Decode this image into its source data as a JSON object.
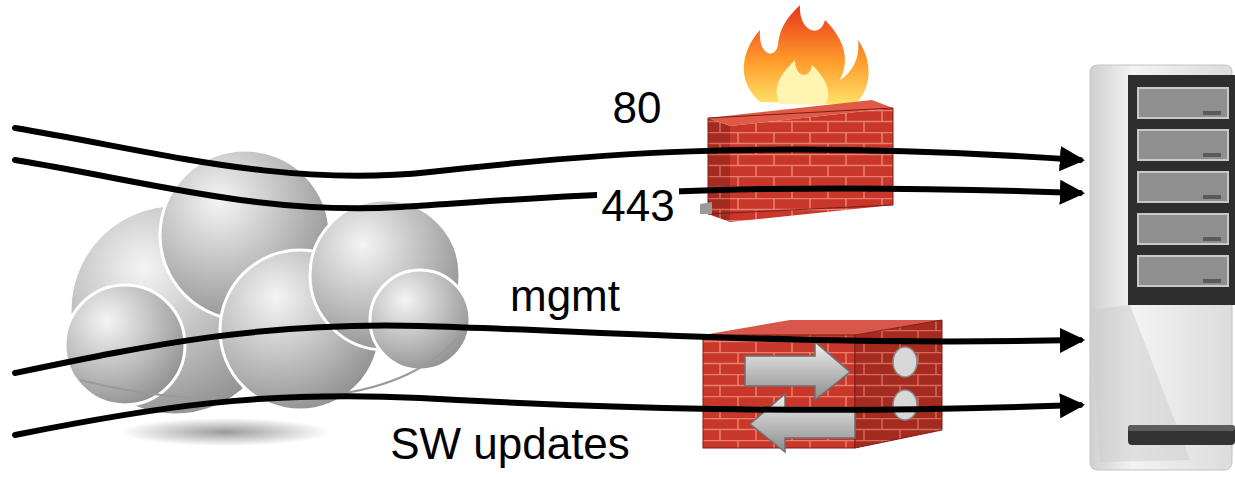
{
  "diagram": {
    "labels": [
      "80",
      "443",
      "mgmt",
      "SW updates"
    ]
  }
}
